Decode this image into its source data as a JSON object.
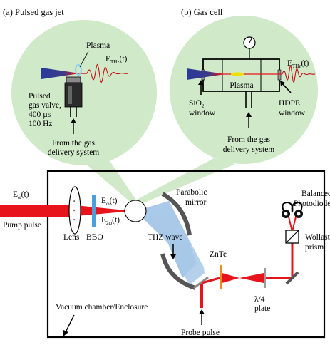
{
  "panel_a": {
    "title": "(a) Pulsed gas jet",
    "plasma": "Plasma",
    "ethz_main": "E",
    "ethz_sub": "THz",
    "ethz_tail": "(t)",
    "valve_line1": "Pulsed",
    "valve_line2": "gas valve,",
    "valve_line3": "400 µs",
    "valve_line4": "100 Hz",
    "delivery_line1": "From the gas",
    "delivery_line2": "delivery system"
  },
  "panel_b": {
    "title": "(b) Gas cell",
    "plasma": "Plasma",
    "ethz_main": "E",
    "ethz_sub": "THz",
    "ethz_tail": "(t)",
    "sio2_line1": "SiO",
    "sio2_sub": "2",
    "sio2_line2": "window",
    "hdpe_line1": "HDPE",
    "hdpe_line2": "window",
    "delivery_line1": "From the gas",
    "delivery_line2": "delivery system"
  },
  "setup": {
    "input_field_main": "E",
    "input_field_sub": "ω",
    "input_field_tail": "(t)",
    "pump_pulse": "Pump pulse",
    "lens": "Lens",
    "bbo": "BBO",
    "e_omega_main": "E",
    "e_omega_sub": "ω",
    "e_omega_tail": "(t)",
    "e_2omega_main": "E",
    "e_2omega_sub": "2ω",
    "e_2omega_tail": "(t)",
    "parabolic_line1": "Parabolic",
    "parabolic_line2": "mirror",
    "thz_wave": "THZ wave",
    "znte": "ZnTe",
    "quarter_wave_line1": "λ/4",
    "quarter_wave_line2": "plate",
    "balanced_line1": "Balanced",
    "balanced_line2": "Photodiodes",
    "wollaston_line1": "Wollaston",
    "wollaston_line2": "prism",
    "probe_pulse": "Probe pulse",
    "vacuum": "Vacuum chamber/Enclosure"
  },
  "colors": {
    "beam_red": "#e8141c",
    "bubble_green": "#cfe9c9",
    "thz_blue": "#a8c8e8",
    "pulse_blue": "#2a3a9a",
    "bbo_blue": "#4aa0d8",
    "znte_orange": "#f08a1e",
    "plasma_yellow": "#f0e000"
  }
}
